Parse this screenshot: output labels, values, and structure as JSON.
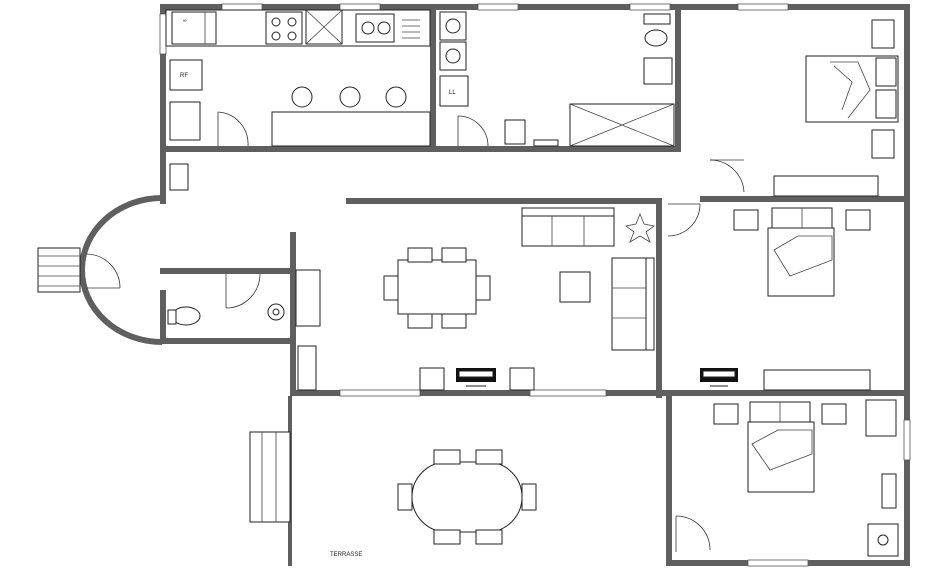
{
  "labels": {
    "fridge": "RF",
    "laundry": "LL",
    "terrace": "TERRASSE"
  }
}
